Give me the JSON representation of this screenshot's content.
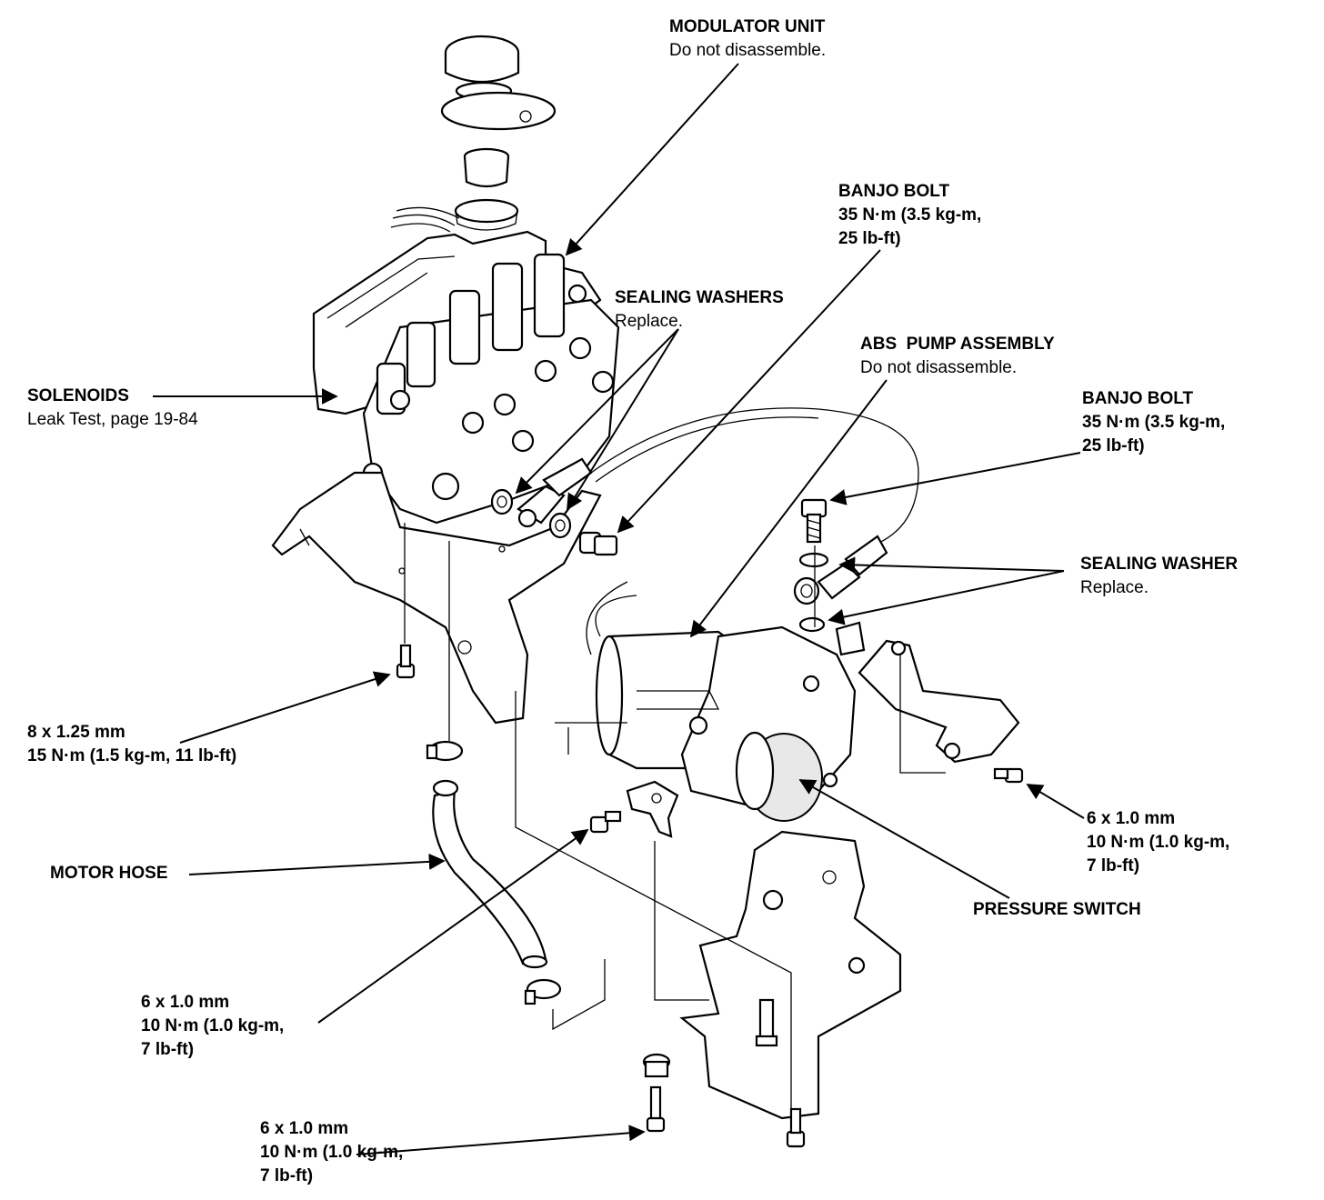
{
  "colors": {
    "ink": "#000000",
    "paper": "#ffffff"
  },
  "labels": {
    "modulator_unit": {
      "title": "MODULATOR UNIT",
      "note": "Do not disassemble."
    },
    "banjo_bolt_1": {
      "title": "BANJO BOLT",
      "line2": "35 N·m (3.5 kg-m,",
      "line3": "25 lb-ft)"
    },
    "sealing_washers": {
      "title": "SEALING WASHERS",
      "note": "Replace."
    },
    "abs_pump": {
      "title": "ABS  PUMP ASSEMBLY",
      "note": "Do not disassemble."
    },
    "solenoids": {
      "title": "SOLENOIDS",
      "note": "Leak Test, page 19-84"
    },
    "banjo_bolt_2": {
      "title": "BANJO BOLT",
      "line2": "35 N·m (3.5 kg-m,",
      "line3": "25 lb-ft)"
    },
    "sealing_washer": {
      "title": "SEALING WASHER",
      "note": "Replace."
    },
    "bolt_8x125": {
      "line1": "8 x 1.25 mm",
      "line2": "15 N·m (1.5 kg-m, 11 lb-ft)"
    },
    "bolt_6x10_right": {
      "line1": "6 x 1.0 mm",
      "line2": "10 N·m (1.0 kg-m,",
      "line3": "7 lb-ft)"
    },
    "motor_hose": {
      "title": "MOTOR HOSE"
    },
    "pressure_switch": {
      "title": "PRESSURE SWITCH"
    },
    "bolt_6x10_left": {
      "line1": "6 x 1.0 mm",
      "line2": "10 N·m (1.0 kg-m,",
      "line3": "7 lb-ft)"
    },
    "bolt_6x10_bottom": {
      "line1": "6 x 1.0 mm",
      "line2": "10 N·m (1.0 kg-m,",
      "line3": "7 lb-ft)"
    }
  }
}
